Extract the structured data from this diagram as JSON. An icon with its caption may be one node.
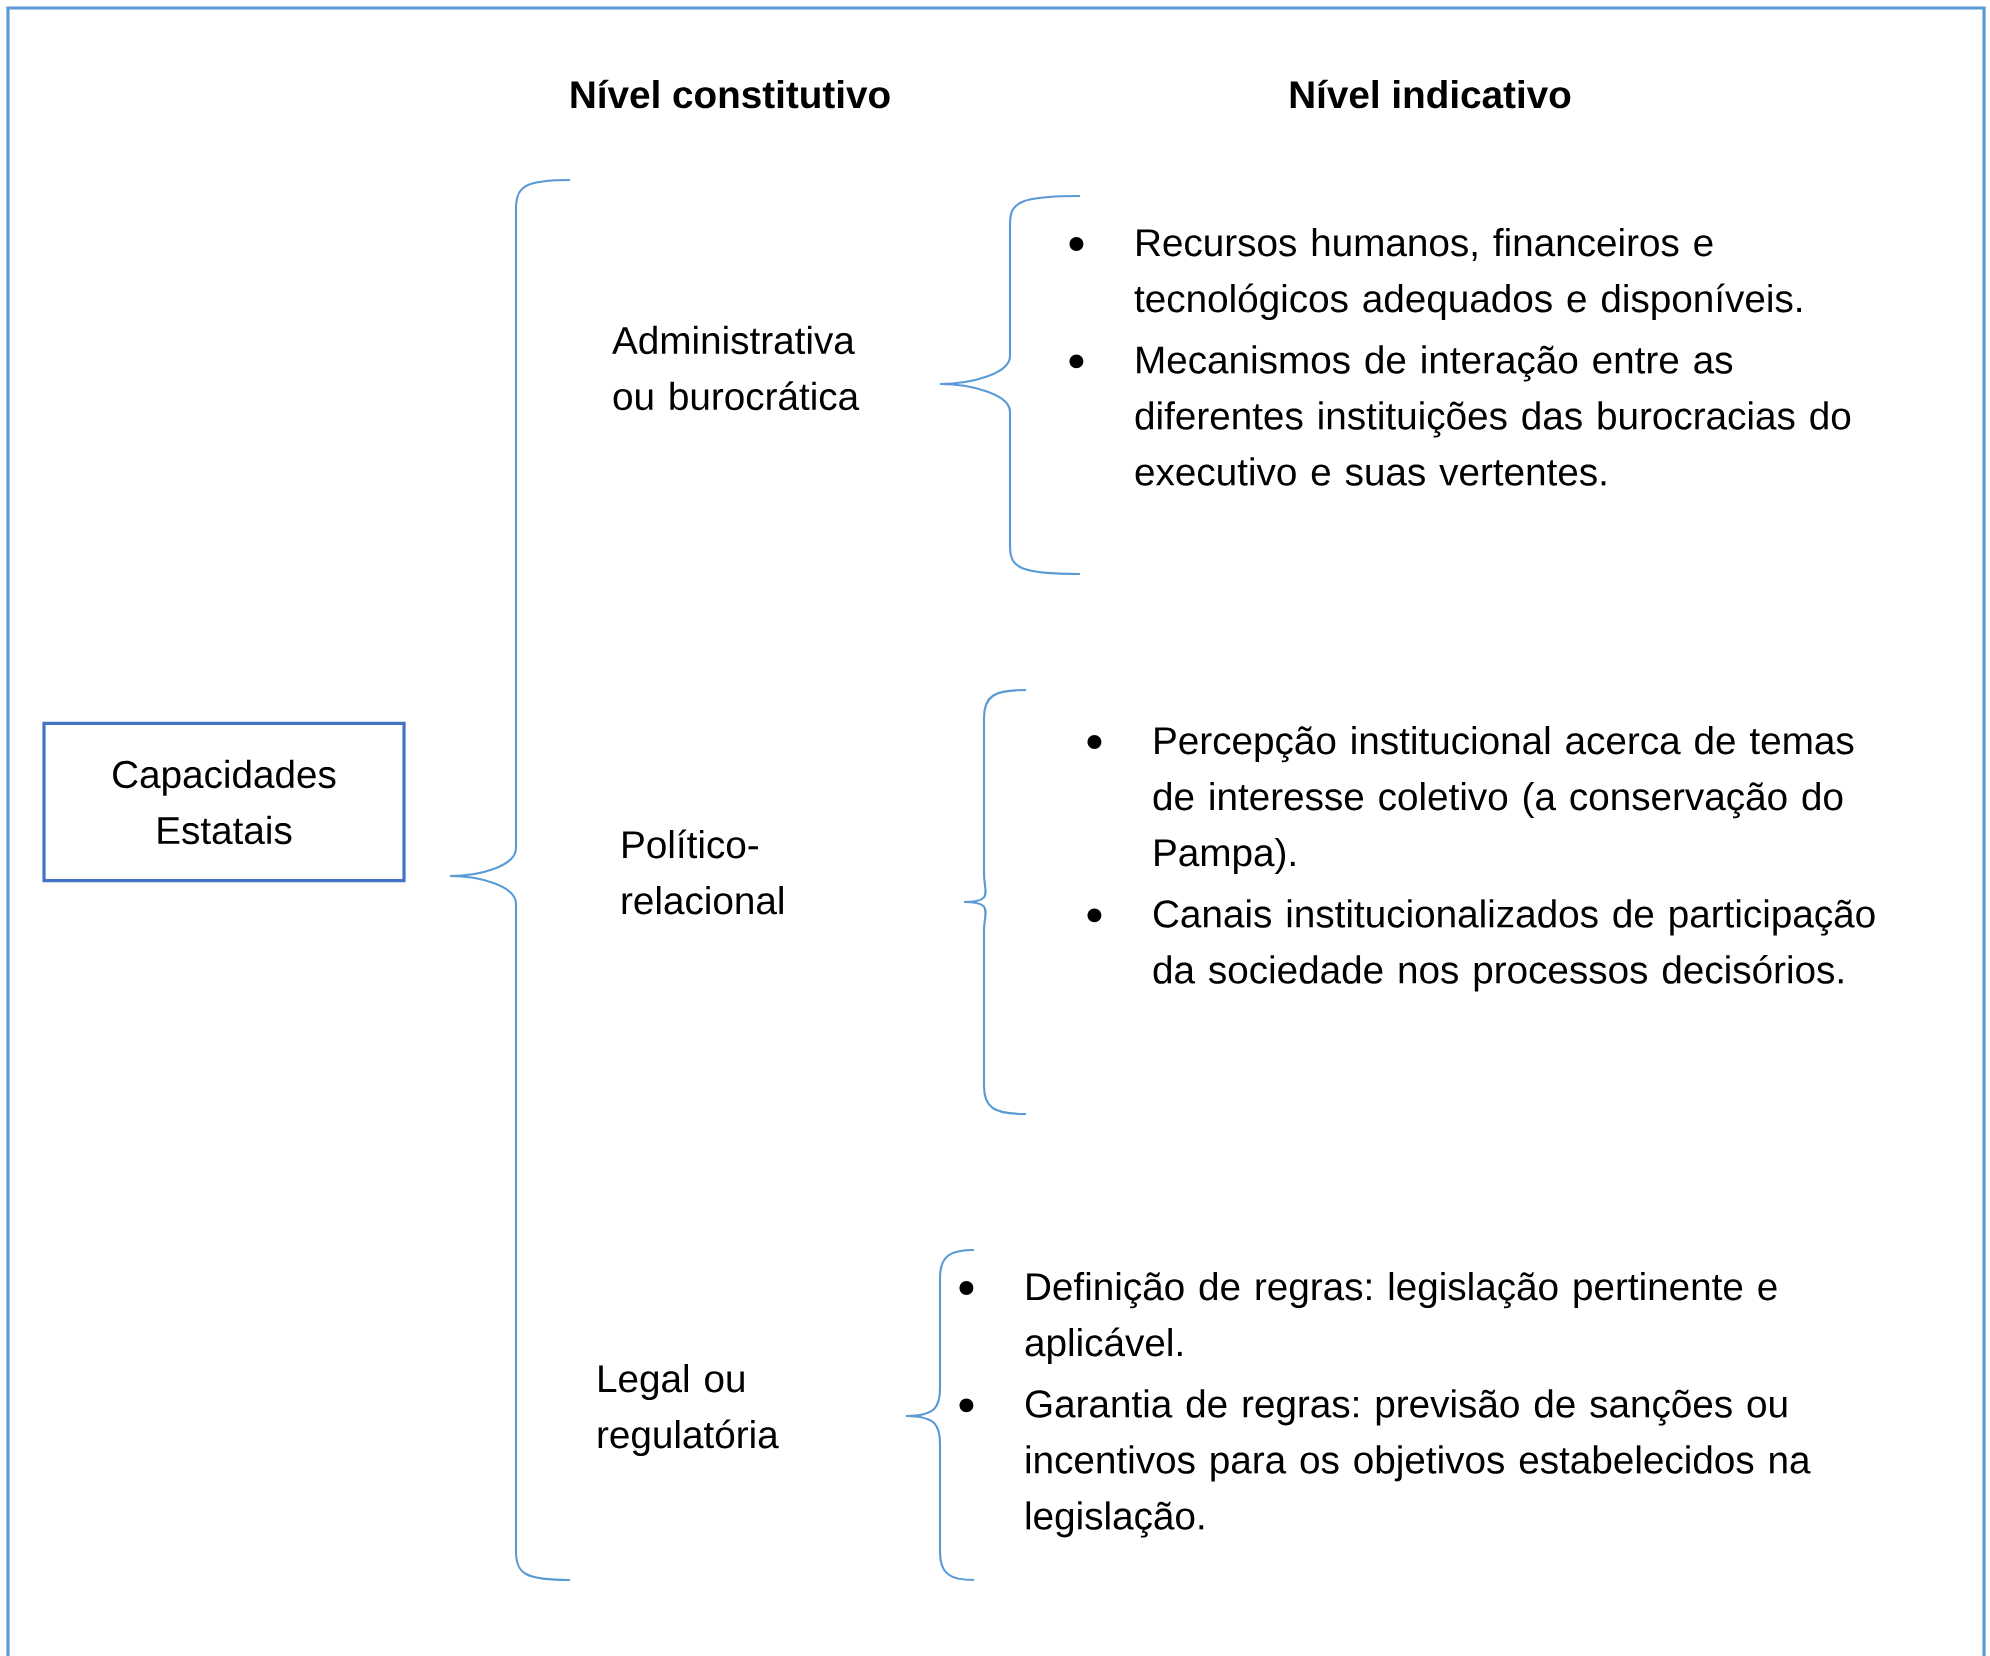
{
  "diagram": {
    "nodes": [
      {
        "text": [
          "Capacidades Estatais"
        ]
      },
      {
        "text": [
          "Administrativa ou burocrática"
        ]
      },
      {
        "text": [
          "Político-relacional"
        ]
      },
      {
        "text": [
          "Legal ou regulatória"
        ]
      },
      {
        "text": [
          "Recursos humanos, financeiros e tecnológicos adequados e disponíveis.",
          "Mecanismos de interação entre as diferentes instituições das burocracias do executivo e suas vertentes."
        ]
      },
      {
        "text": [
          "Percepção institucional acerca de temas de interesse coletivo (a conservação do Pampa).",
          "Canais institucionalizados de participação da sociedade nos processos decisórios."
        ]
      },
      {
        "text": [
          "Definição de regras: legislação pertinente e aplicável.",
          "Garantia de regras: previsão de sanções ou incentivos para os objetivos estabelecidos na legislação."
        ]
      }
    ],
    "labels": [
      "Nível constitutivo",
      "Nível indicativo"
    ]
  }
}
